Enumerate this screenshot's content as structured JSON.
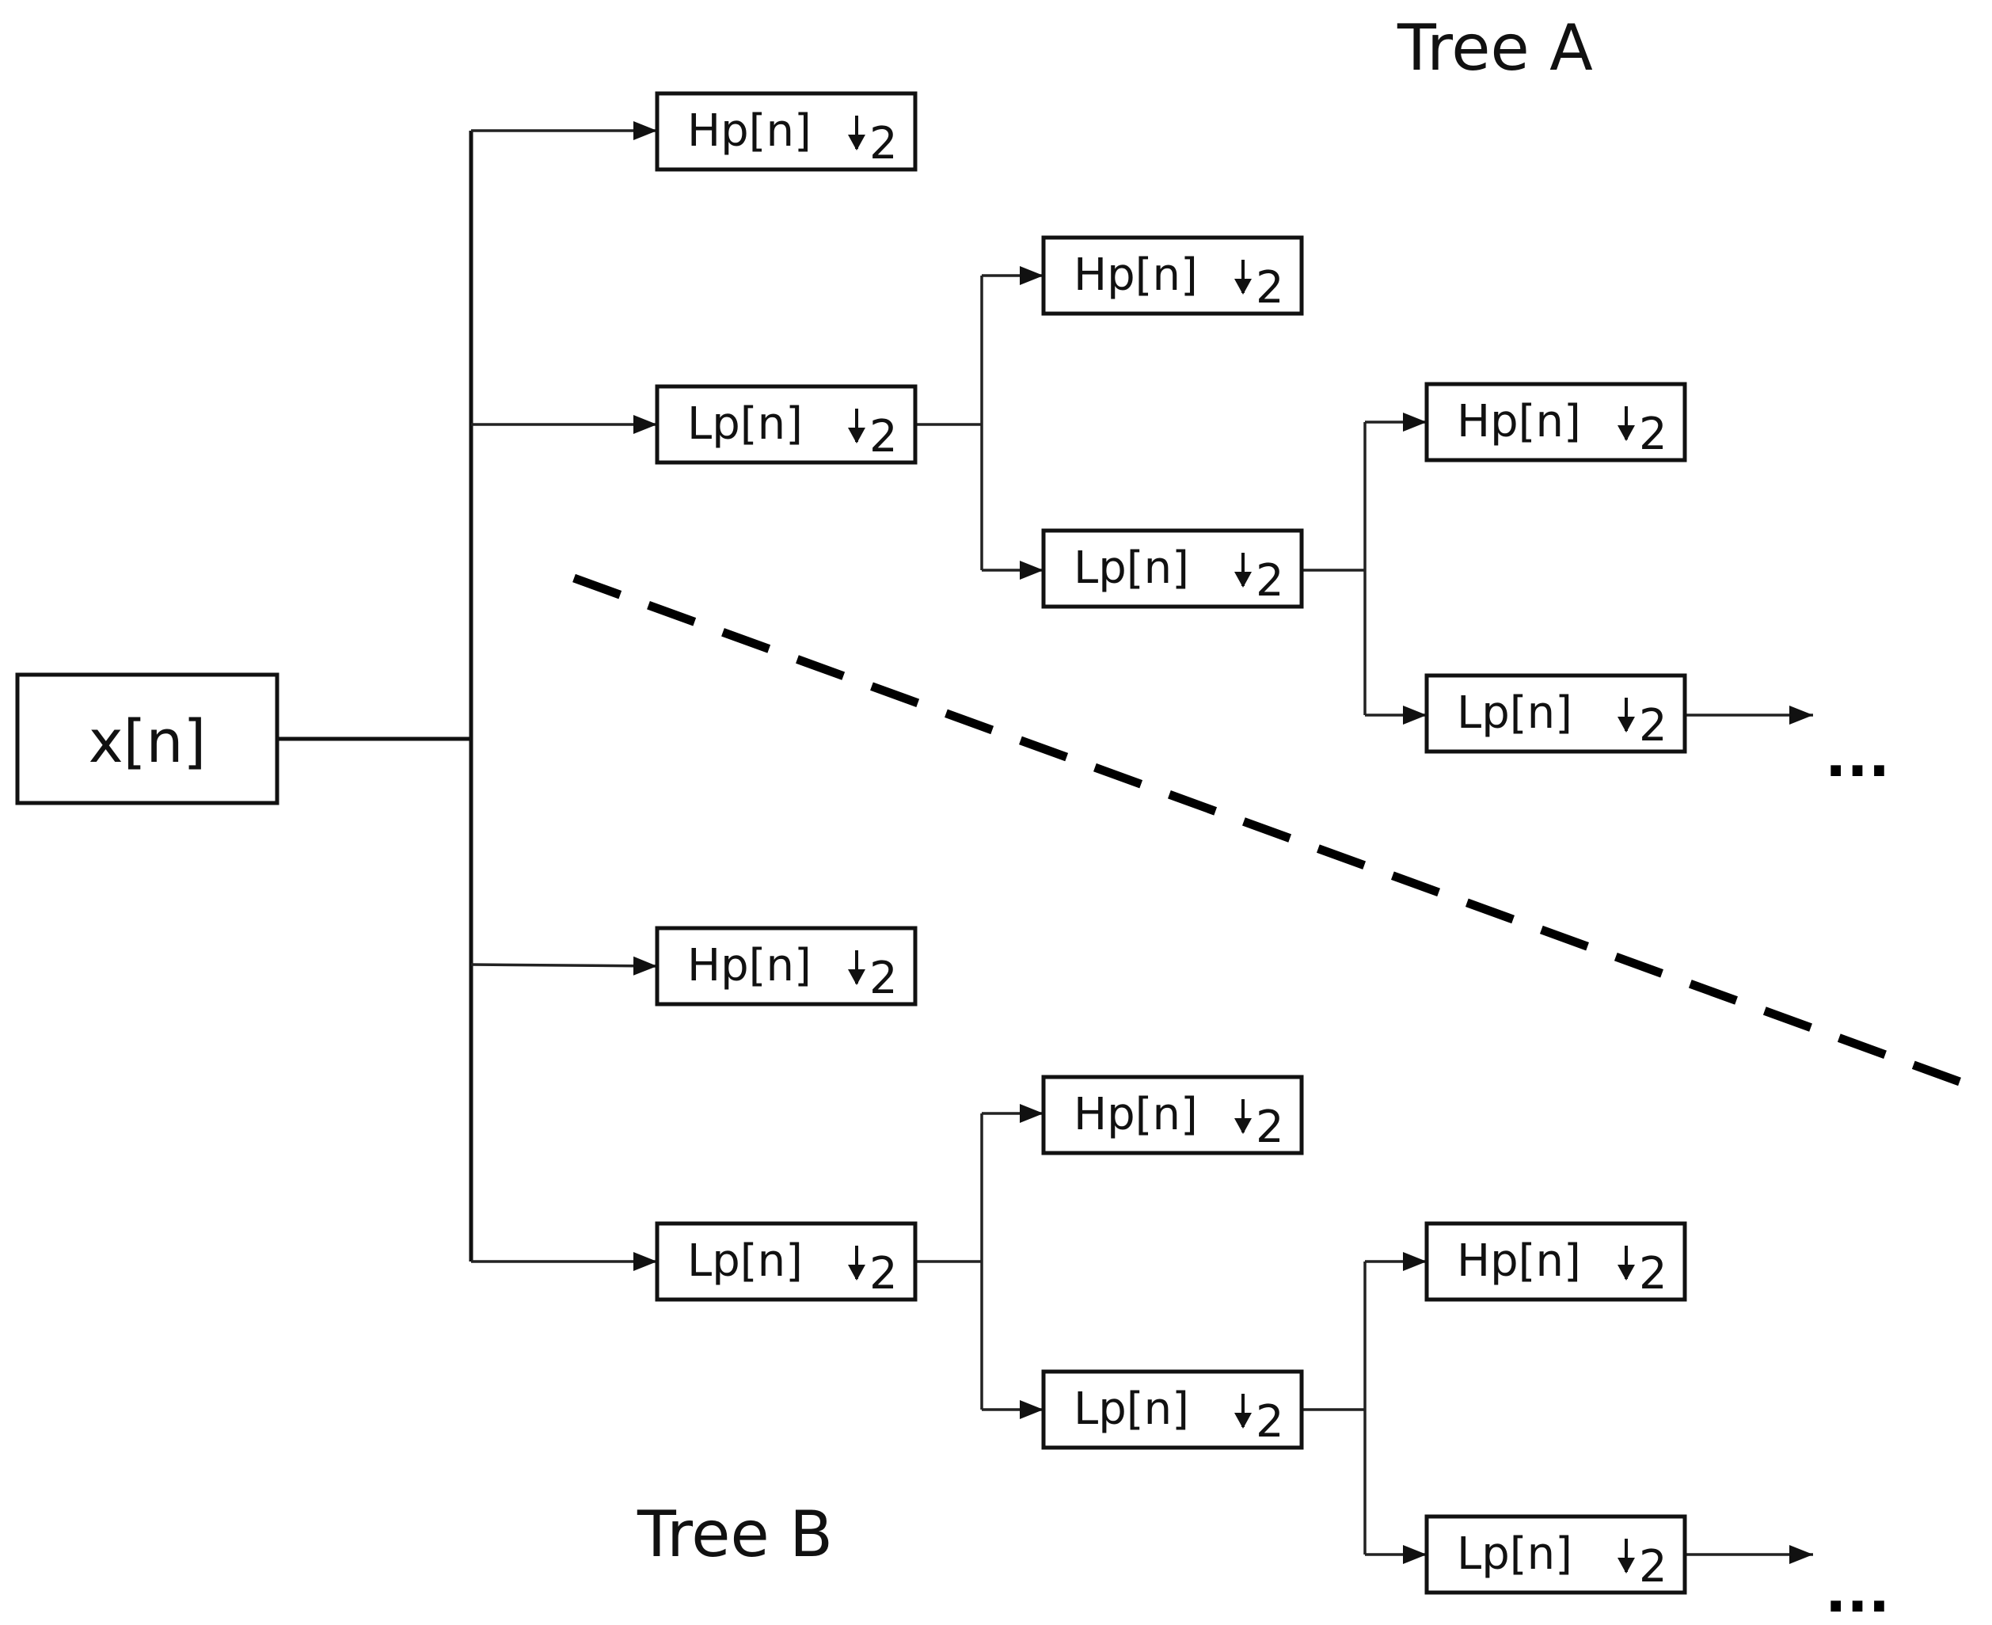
{
  "labels": {
    "tree_a": "Tree A",
    "tree_b": "Tree B",
    "input": "x[n]",
    "ellipsis": "..."
  },
  "blocks": [
    {
      "id": "a1-hp",
      "filter": "Hp[n]",
      "factor": "2"
    },
    {
      "id": "a1-lp",
      "filter": "Lp[n]",
      "factor": "2"
    },
    {
      "id": "a2-hp",
      "filter": "Hp[n]",
      "factor": "2"
    },
    {
      "id": "a2-lp",
      "filter": "Lp[n]",
      "factor": "2"
    },
    {
      "id": "a3-hp",
      "filter": "Hp[n]",
      "factor": "2"
    },
    {
      "id": "a3-lp",
      "filter": "Lp[n]",
      "factor": "2"
    },
    {
      "id": "b1-hp",
      "filter": "Hp[n]",
      "factor": "2"
    },
    {
      "id": "b1-lp",
      "filter": "Lp[n]",
      "factor": "2"
    },
    {
      "id": "b2-hp",
      "filter": "Hp[n]",
      "factor": "2"
    },
    {
      "id": "b2-lp",
      "filter": "Lp[n]",
      "factor": "2"
    },
    {
      "id": "b3-hp",
      "filter": "Hp[n]",
      "factor": "2"
    },
    {
      "id": "b3-lp",
      "filter": "Lp[n]",
      "factor": "2"
    }
  ]
}
